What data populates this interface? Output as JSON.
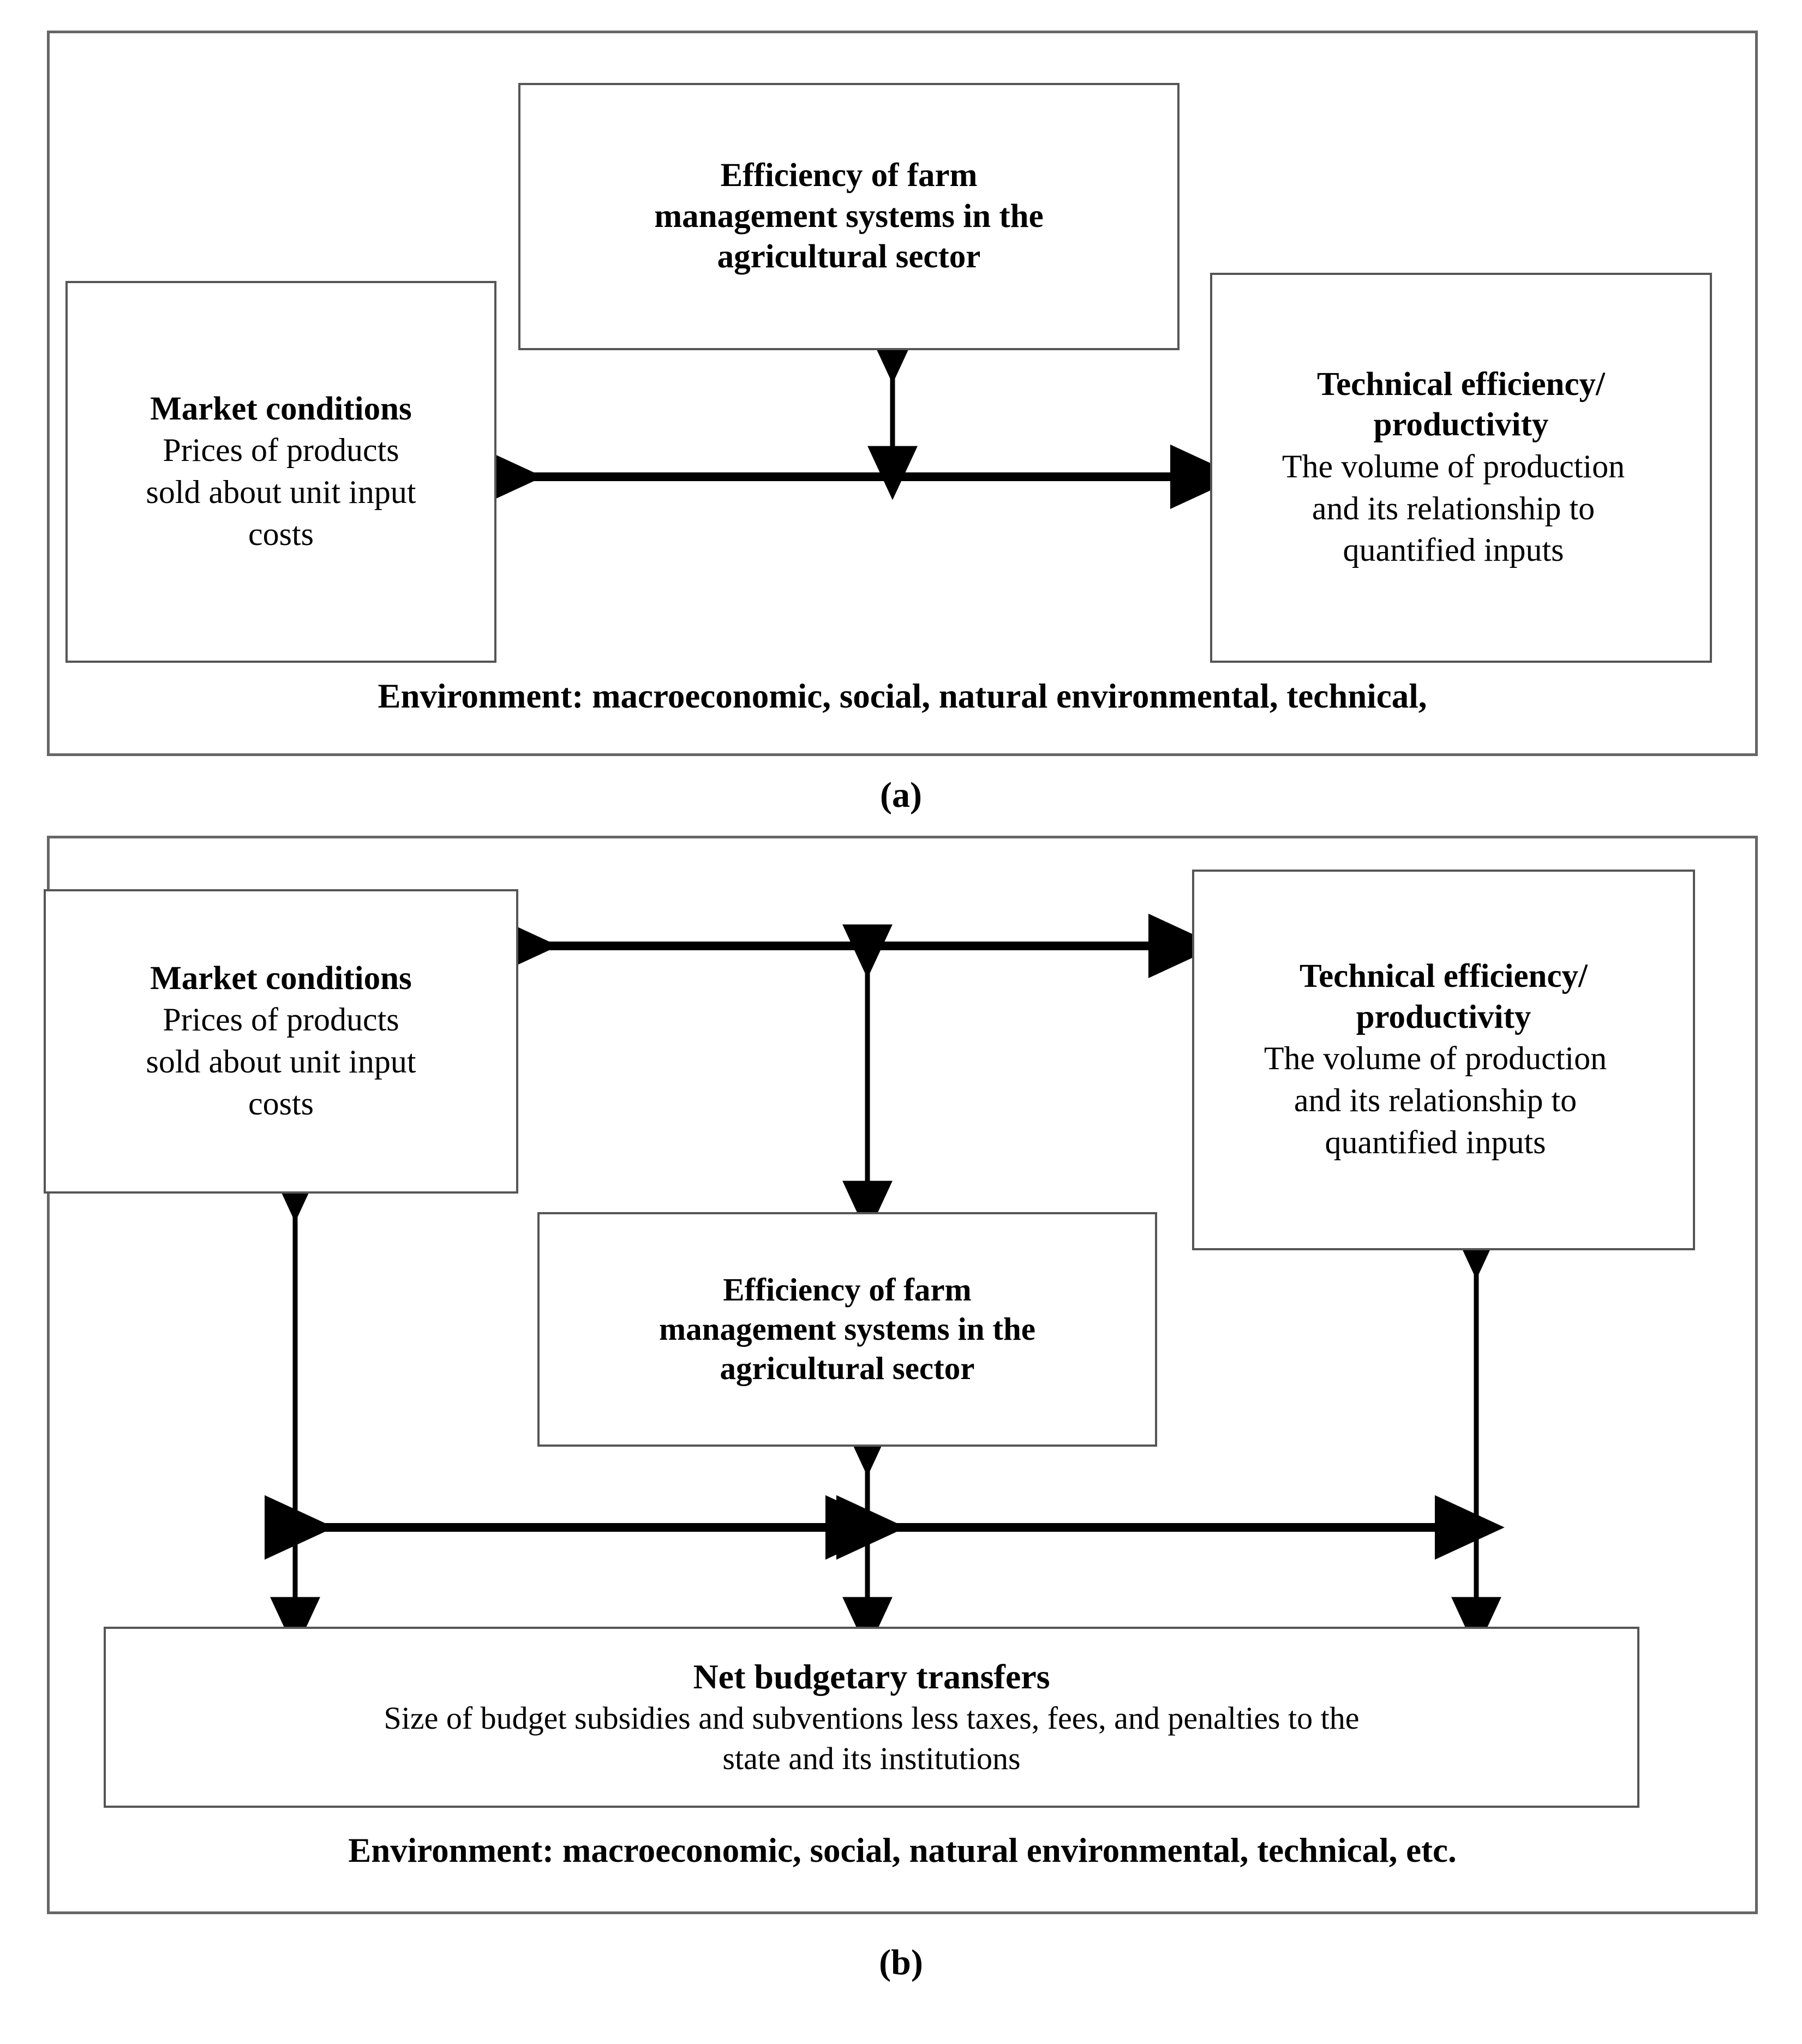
{
  "figure": {
    "panels": [
      {
        "id": "a",
        "label": "(a)",
        "environment_caption": "Environment: macroeconomic, social, natural environmental, technical,",
        "nodes": [
          {
            "id": "a-center",
            "title": "Efficiency of farm\nmanagement systems in the\nagricultural sector",
            "desc": ""
          },
          {
            "id": "a-left",
            "title": "Market conditions",
            "desc": "Prices of products\nsold about unit input\ncosts"
          },
          {
            "id": "a-right",
            "title": "Technical efficiency/\nproductivity",
            "desc": "The volume of production\nand its relationship to\nquantified inputs"
          }
        ],
        "connections": [
          {
            "from": "a-left",
            "to": "a-right",
            "style": "double-headed-horizontal"
          },
          {
            "from": "a-center",
            "to": "a-left-right-link",
            "style": "double-headed-vertical"
          }
        ]
      },
      {
        "id": "b",
        "label": "(b)",
        "environment_caption": "Environment: macroeconomic, social, natural environmental, technical, etc.",
        "nodes": [
          {
            "id": "b-left",
            "title": "Market conditions",
            "desc": "Prices of products\nsold about unit input\ncosts"
          },
          {
            "id": "b-right",
            "title": "Technical efficiency/\nproductivity",
            "desc": "The volume of production\nand its relationship to\nquantified inputs"
          },
          {
            "id": "b-center",
            "title": "Efficiency of farm\nmanagement systems in the\nagricultural sector",
            "desc": ""
          },
          {
            "id": "b-bottom",
            "title": "Net budgetary transfers",
            "desc": "Size of budget subsidies and subventions less taxes, fees, and penalties to the\nstate and its institutions"
          }
        ],
        "connections": [
          {
            "from": "b-left",
            "to": "b-right",
            "style": "double-headed-horizontal"
          },
          {
            "from": "b-center",
            "to": "b-left-right-link",
            "style": "double-headed-vertical"
          },
          {
            "from": "b-left",
            "to": "b-bottom",
            "style": "double-headed-vertical"
          },
          {
            "from": "b-right",
            "to": "b-bottom",
            "style": "double-headed-vertical"
          },
          {
            "from": "b-center",
            "to": "b-bottom",
            "style": "double-headed-vertical"
          },
          {
            "from": "b-left-column",
            "to": "b-center-column",
            "style": "double-headed-horizontal"
          },
          {
            "from": "b-center-column",
            "to": "b-right-column",
            "style": "double-headed-horizontal"
          }
        ]
      }
    ]
  },
  "colors": {
    "frame_border": "#666666",
    "node_border": "#555555",
    "arrow": "#000000",
    "text": "#000000",
    "background": "#ffffff"
  }
}
